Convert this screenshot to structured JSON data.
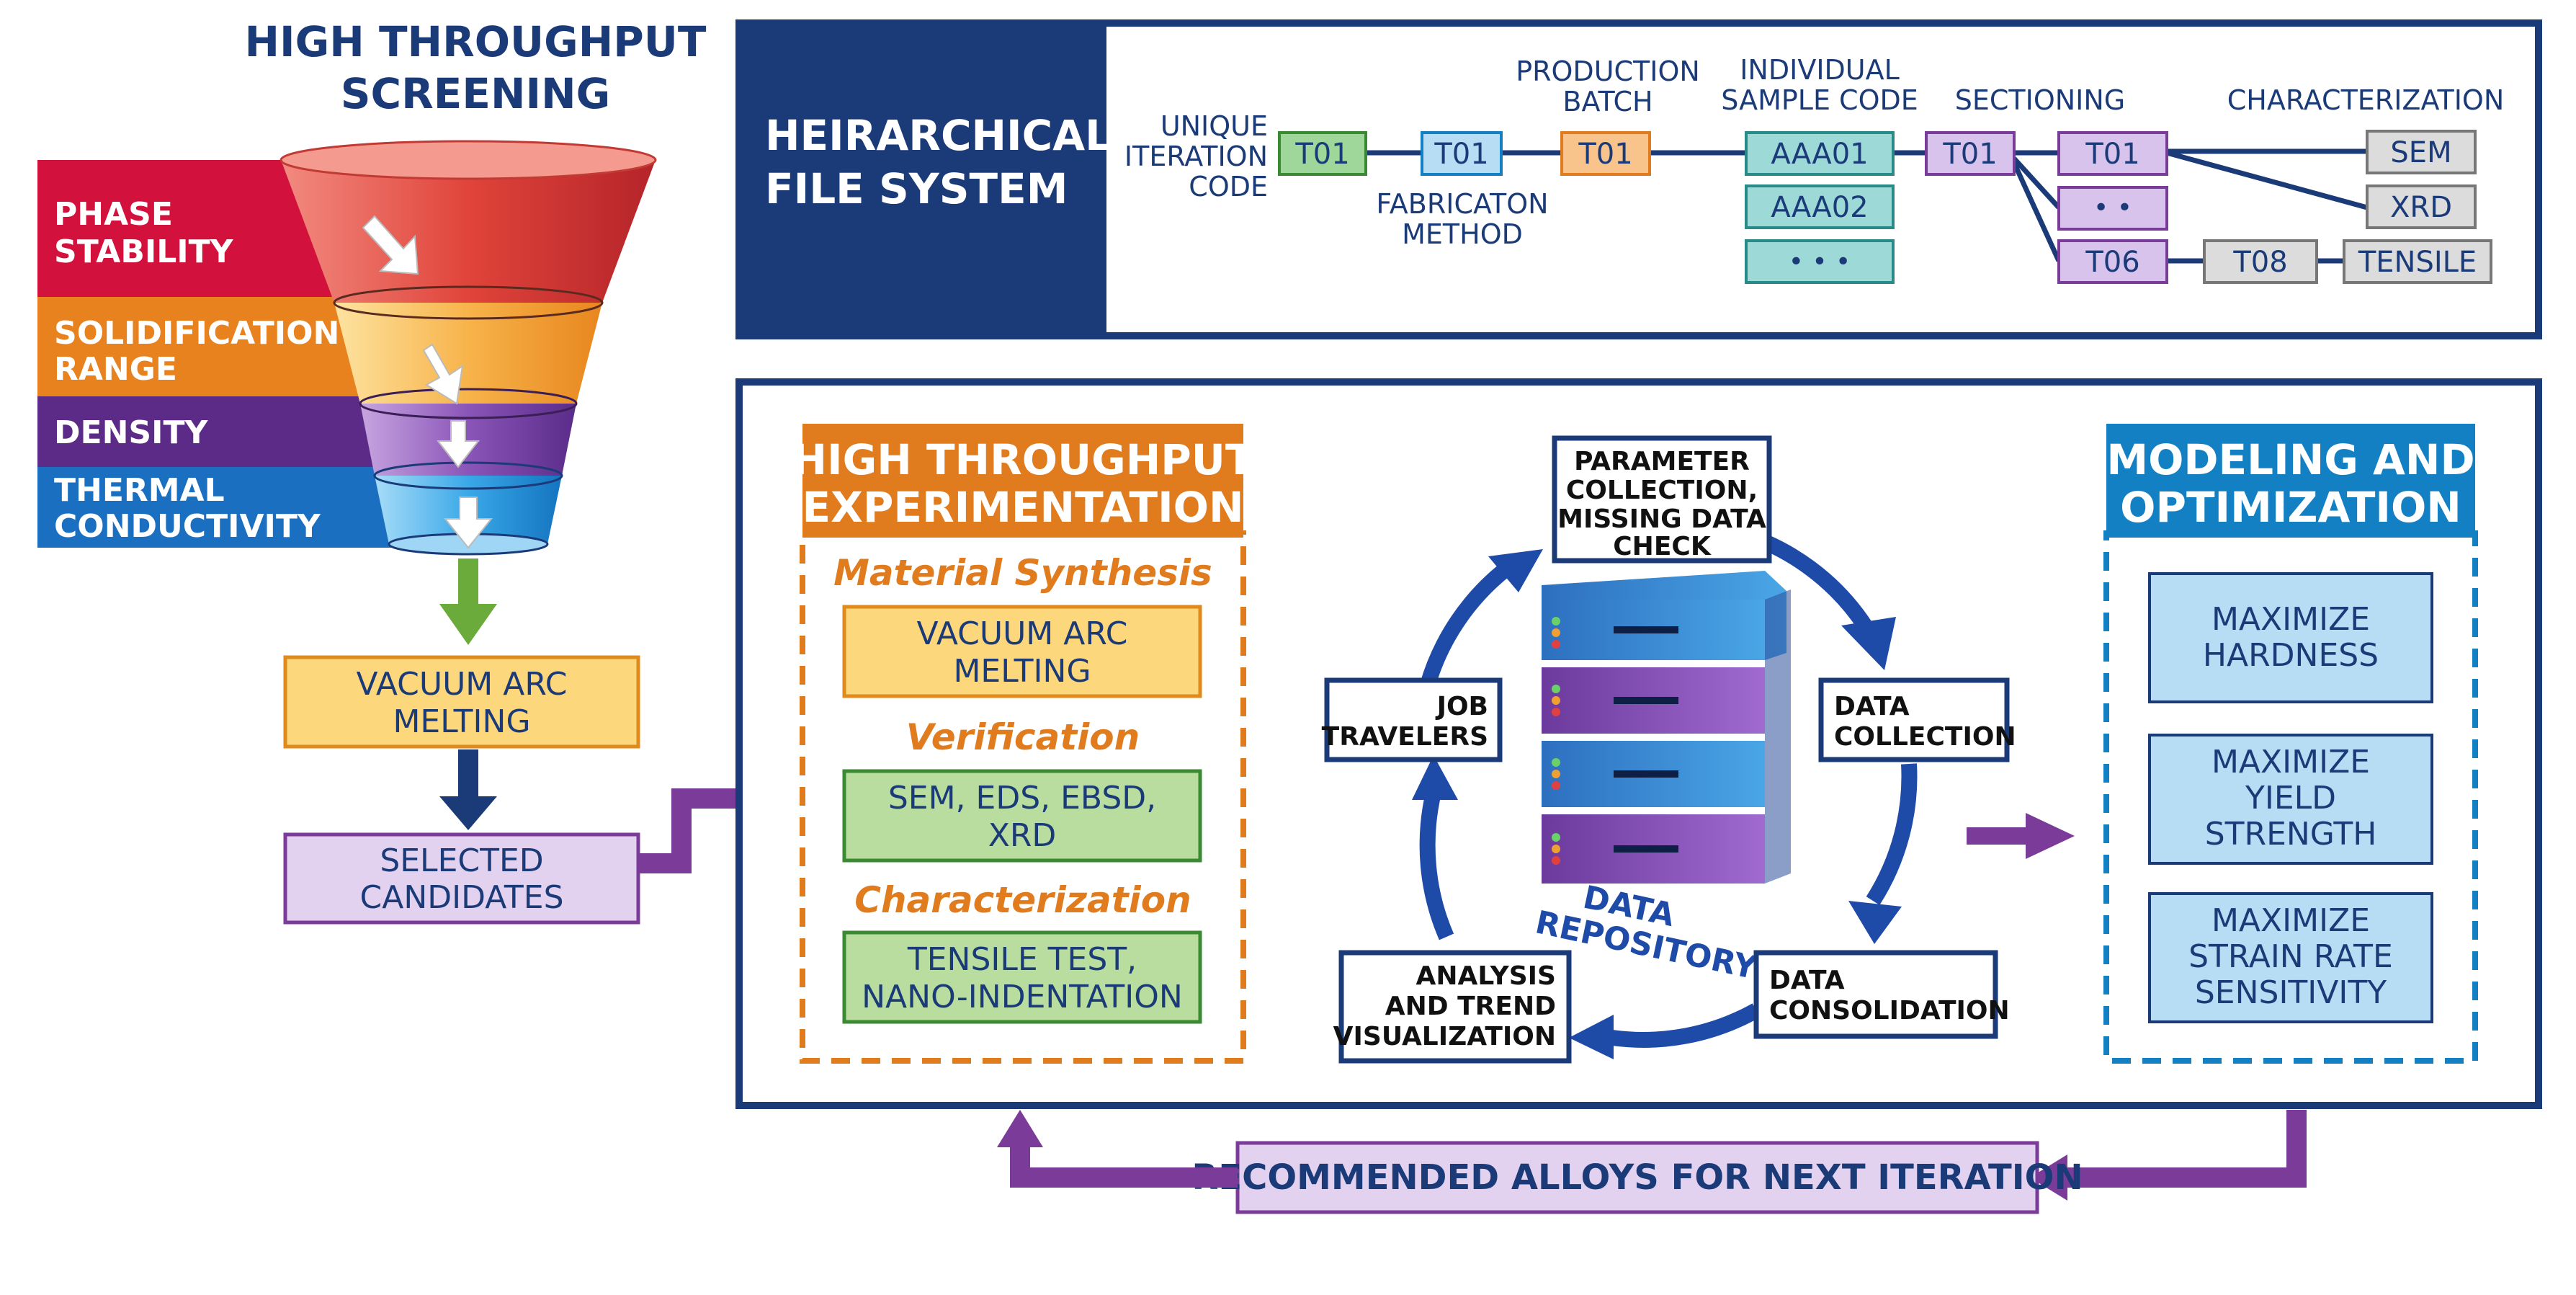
{
  "screening": {
    "title_line1": "HIGH THROUGHPUT",
    "title_line2": "SCREENING",
    "bands": [
      {
        "line1": "PHASE",
        "line2": "STABILITY",
        "color": "#d2123c"
      },
      {
        "line1": "SOLIDIFICATION",
        "line2": "RANGE",
        "color": "#e8821e"
      },
      {
        "line1": "DENSITY",
        "line2": "",
        "color": "#5c2a87"
      },
      {
        "line1": "THERMAL",
        "line2": "CONDUCTIVITY",
        "color": "#1a6fc0"
      }
    ],
    "melting_line1": "VACUUM ARC",
    "melting_line2": "MELTING",
    "candidates_line1": "SELECTED",
    "candidates_line2": "CANDIDATES"
  },
  "file_system": {
    "title_line1": "HEIRARCHICAL",
    "title_line2": "FILE SYSTEM",
    "labels": {
      "unique_1": "UNIQUE",
      "unique_2": "ITERATION",
      "unique_3": "CODE",
      "fab_1": "FABRICATON",
      "fab_2": "METHOD",
      "prod_1": "PRODUCTION",
      "prod_2": "BATCH",
      "ind_1": "INDIVIDUAL",
      "ind_2": "SAMPLE CODE",
      "sectioning": "SECTIONING",
      "characterization": "CHARACTERIZATION"
    },
    "boxes": {
      "iteration": "T01",
      "fabrication": "T01",
      "batch": "T01",
      "sample1": "AAA01",
      "sample2": "AAA02",
      "sample3": "• • •",
      "section": "T01",
      "sub1": "T01",
      "sub2": "• •",
      "sub3": "T06",
      "sub4": "T08",
      "sem": "SEM",
      "xrd": "XRD",
      "tensile": "TENSILE"
    }
  },
  "experimentation": {
    "title_line1": "HIGH THROUGHPUT",
    "title_line2": "EXPERIMENTATION",
    "synthesis_label": "Material Synthesis",
    "synthesis_line1": "VACUUM ARC",
    "synthesis_line2": "MELTING",
    "verification_label": "Verification",
    "verification_line1": "SEM, EDS, EBSD,",
    "verification_line2": "XRD",
    "characterization_label": "Characterization",
    "char_line1": "TENSILE TEST,",
    "char_line2": "NANO-INDENTATION"
  },
  "repository": {
    "param_1": "PARAMETER",
    "param_2": "COLLECTION,",
    "param_3": "MISSING DATA",
    "param_4": "CHECK",
    "collection_1": "DATA",
    "collection_2": "COLLECTION",
    "consolidation_1": "DATA",
    "consolidation_2": "CONSOLIDATION",
    "analysis_1": "ANALYSIS",
    "analysis_2": "AND TREND",
    "analysis_3": "VISUALIZATION",
    "job_1": "JOB",
    "job_2": "TRAVELERS",
    "repo_1": "DATA",
    "repo_2": "REPOSITORY"
  },
  "modeling": {
    "title_line1": "MODELING AND",
    "title_line2": "OPTIMIZATION",
    "hardness_1": "MAXIMIZE",
    "hardness_2": "HARDNESS",
    "yield_1": "MAXIMIZE",
    "yield_2": "YIELD",
    "yield_3": "STRENGTH",
    "strain_1": "MAXIMIZE",
    "strain_2": "STRAIN RATE",
    "strain_3": "SENSITIVITY"
  },
  "feedback": {
    "label": "RECOMMENDED ALLOYS FOR NEXT ITERATION"
  },
  "colors": {
    "navy": "#1b3a78",
    "orange": "#e07b1e",
    "blue": "#1480c4",
    "purple": "#7a3c98",
    "green": "#6aab3b"
  }
}
